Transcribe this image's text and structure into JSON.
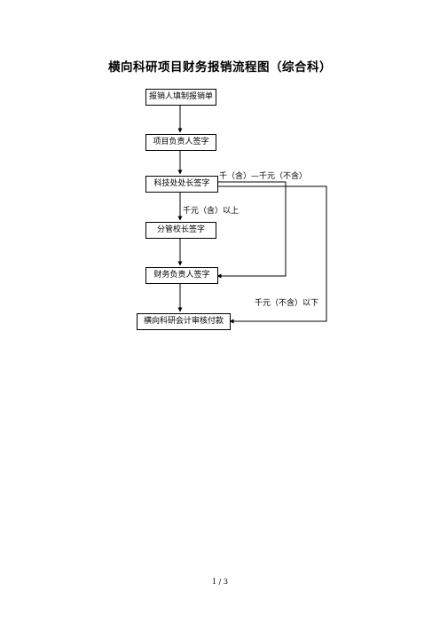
{
  "title": "横向科研项目财务报销流程图（综合科）",
  "nodes": {
    "fill_form": "报销人填制报销单",
    "project_leader": "项目负责人签字",
    "dept_head": "科技处处长签字",
    "vice_president": "分管校长签字",
    "finance_head": "财务负责人签字",
    "accountant": "横向科研会计审核付款"
  },
  "edges": {
    "between_1k_10k": "千（含）—千元（不含）",
    "above_10k": "千元（含）以上",
    "below_1k": "千元（不含）以下"
  },
  "footer": "1 / 3"
}
